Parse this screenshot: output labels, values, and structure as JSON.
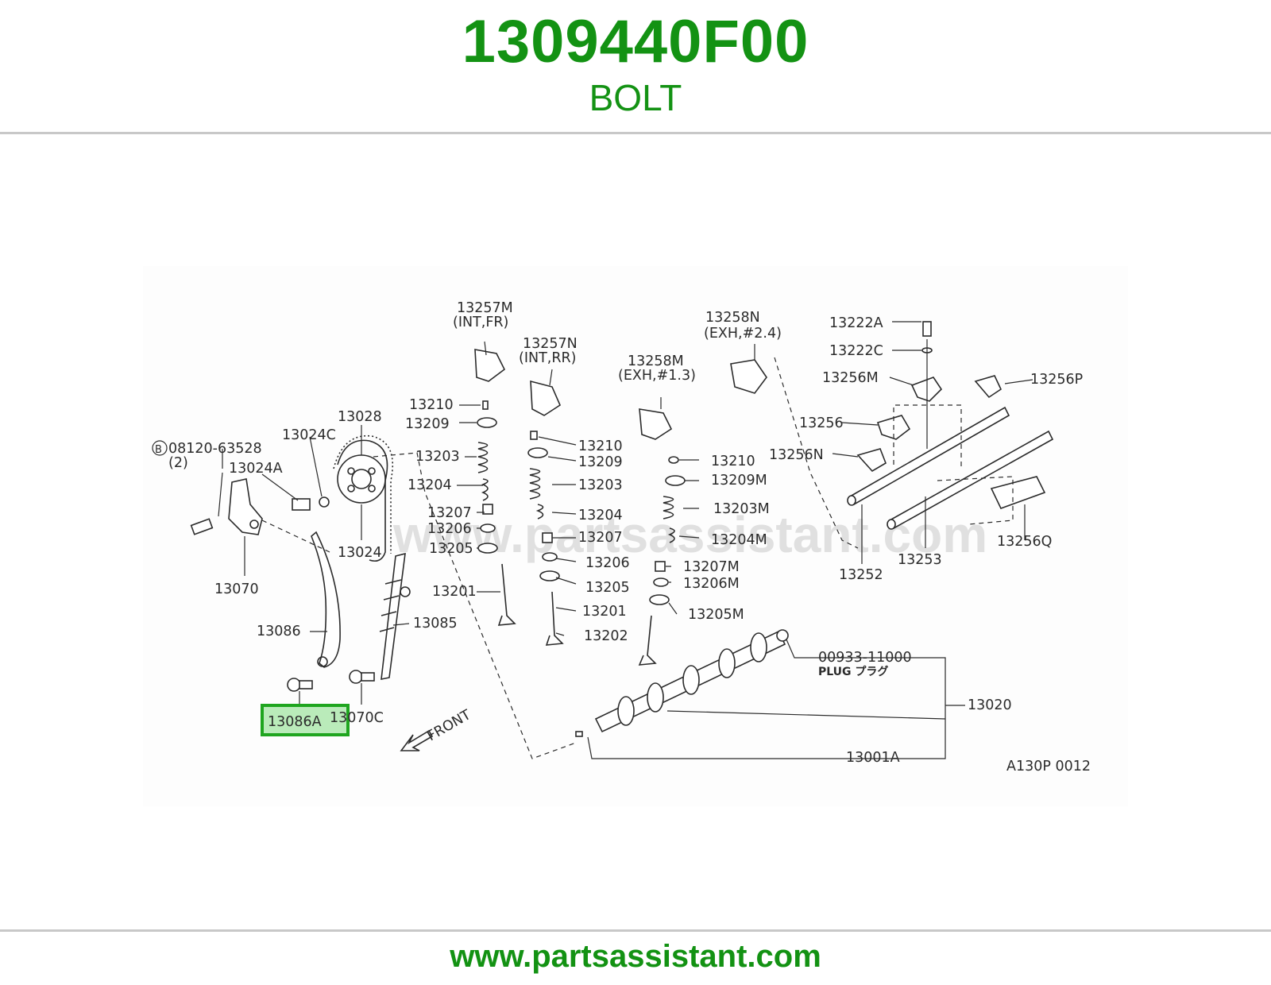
{
  "header": {
    "part_number": "1309440F00",
    "part_name": "BOLT"
  },
  "diagram": {
    "labels": {
      "l13257M": "13257M",
      "l13257M_sub": "(INT,FR)",
      "l13257N": "13257N",
      "l13257N_sub": "(INT,RR)",
      "l13258M": "13258M",
      "l13258M_sub": "(EXH,#1.3)",
      "l13258N": "13258N",
      "l13258N_sub": "(EXH,#2.4)",
      "l13222A": "13222A",
      "l13222C": "13222C",
      "l13256M": "13256M",
      "l13256P": "13256P",
      "l13256": "13256",
      "l13256N": "13256N",
      "l13256Q": "13256Q",
      "l13252": "13252",
      "l13253": "13253",
      "l08120": "08120-63528",
      "l08120_qty": "(2)",
      "l08120_marker": "B",
      "l13024C": "13024C",
      "l13024A": "13024A",
      "l13028": "13028",
      "l13024": "13024",
      "l13070": "13070",
      "l13086": "13086",
      "l13085": "13085",
      "l13086A": "13086A",
      "l13070C": "13070C",
      "l13210a": "13210",
      "l13209a": "13209",
      "l13203a": "13203",
      "l13204a": "13204",
      "l13207a": "13207",
      "l13206a": "13206",
      "l13205a": "13205",
      "l13201a": "13201",
      "l13210b": "13210",
      "l13209b": "13209",
      "l13203b": "13203",
      "l13204b": "13204",
      "l13207b": "13207",
      "l13206b": "13206",
      "l13205b": "13205",
      "l13201b": "13201",
      "l13202": "13202",
      "l13210M": "13210",
      "l13209M": "13209M",
      "l13203M": "13203M",
      "l13204M": "13204M",
      "l13207M": "13207M",
      "l13206M": "13206M",
      "l13205M": "13205M",
      "l00933": "00933-11000",
      "lplug": "PLUG プラグ",
      "l13020": "13020",
      "l13001A": "13001A",
      "lfront": "FRONT",
      "lref": "A130P 0012"
    },
    "highlighted_label": "13086A",
    "watermark": "www.partsassistant.com"
  },
  "footer": {
    "url": "www.partsassistant.com"
  },
  "colors": {
    "brand_green": "#139213",
    "highlight_green": "#1fa51f",
    "divider": "#c8c8c8"
  }
}
